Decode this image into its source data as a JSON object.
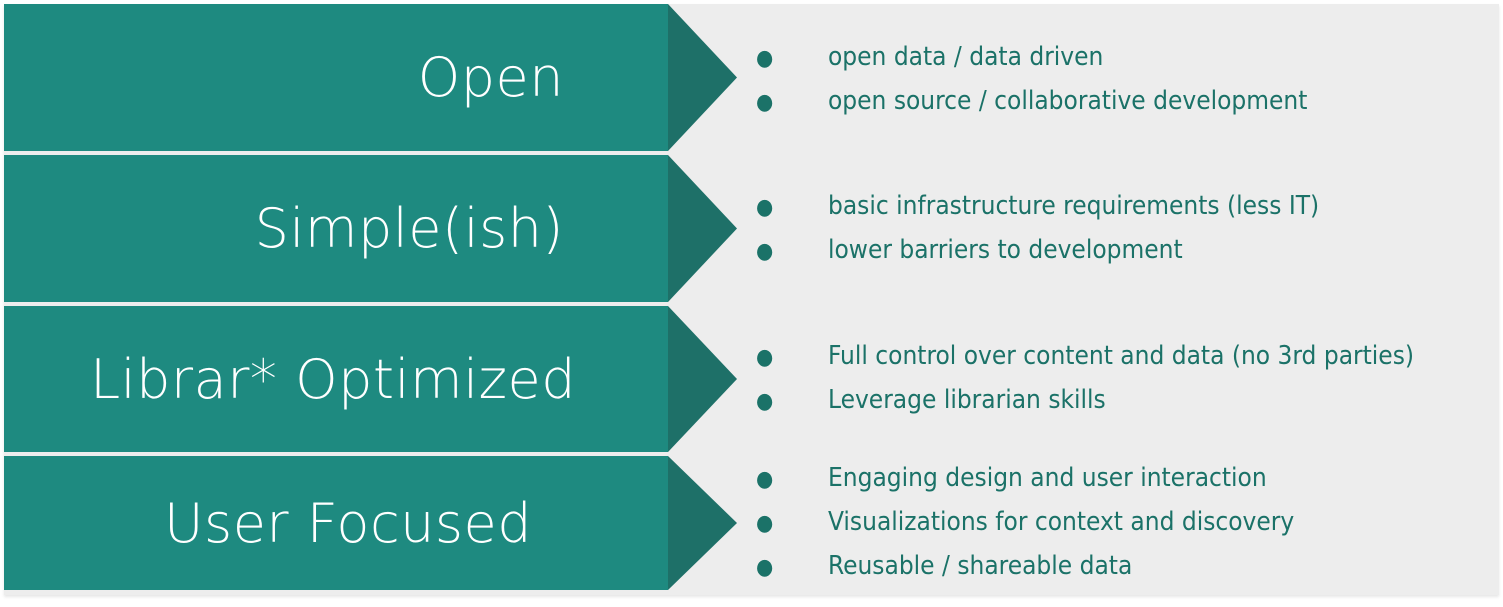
{
  "colors": {
    "arrow_body": "#1e8a80",
    "arrow_head": "#1e7068",
    "panel_background": "#ededed",
    "bullet_text": "#1b7268",
    "label_text": "#ffffff"
  },
  "rows": [
    {
      "label": "Open",
      "bullet_glyph": "●",
      "bullets": [
        "open data / data driven",
        "open source / collaborative development"
      ]
    },
    {
      "label": "Simple(ish)",
      "bullet_glyph": "●",
      "bullets": [
        "basic infrastructure requirements (less IT)",
        "lower barriers to development"
      ]
    },
    {
      "label": "Librar* Optimized",
      "bullet_glyph": "●",
      "bullets": [
        "Full control over content and data (no 3rd parties)",
        "Leverage librarian skills"
      ]
    },
    {
      "label": "User Focused",
      "bullet_glyph": "●",
      "bullets": [
        "Engaging design and user interaction",
        "Visualizations for context and discovery",
        "Reusable / shareable data"
      ]
    }
  ]
}
